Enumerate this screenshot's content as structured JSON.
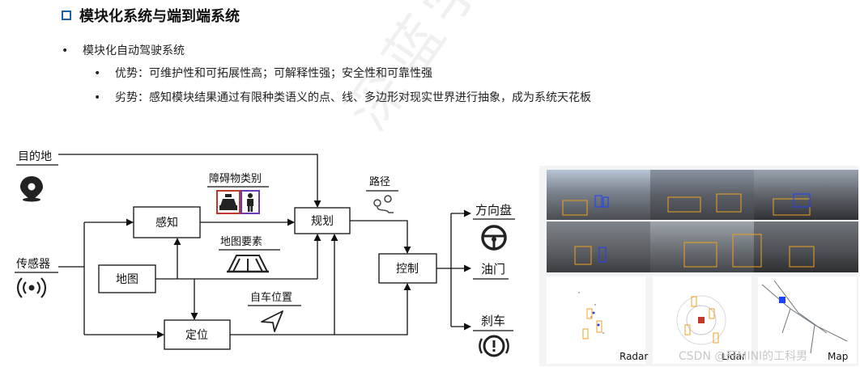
{
  "title": "模块化系统与端到端系统",
  "bullets": [
    {
      "level": 1,
      "text": "模块化自动驾驶系统"
    },
    {
      "level": 2,
      "text": "优势：可维护性和可拓展性高；可解释性强；安全性和可靠性强"
    },
    {
      "level": 2,
      "text": "劣势：感知模块结果通过有限种类语义的点、线、多边形对现实世界进行抽象，成为系统天花板"
    }
  ],
  "diagram": {
    "destination": "目的地",
    "sensor": "传感器",
    "perception": "感知",
    "map": "地图",
    "localization": "定位",
    "planning": "规划",
    "control": "控制",
    "obstacle_class": "障碍物类别",
    "map_elements": "地图要素",
    "ego_position": "自车位置",
    "path": "路径",
    "steering": "方向盘",
    "throttle": "油门",
    "brake": "刹车"
  },
  "figure": {
    "radar": "Radar",
    "lidar": "Lidar",
    "map": "Map"
  },
  "watermark": "深蓝学院",
  "credit": "CSDN @开MINI的工科男",
  "colors": {
    "accent": "#1f5fa8",
    "box_red": "#c0392b",
    "box_purple": "#6a3ab2"
  }
}
